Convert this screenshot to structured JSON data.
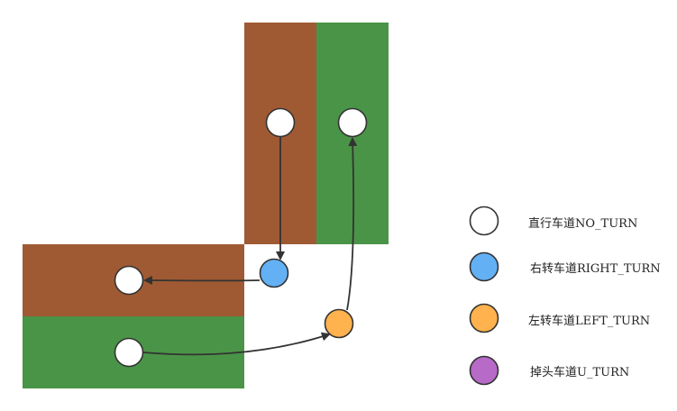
{
  "colors": {
    "road_brown": "#a05a33",
    "road_green": "#4a9447",
    "no_turn": "#ffffff",
    "right_turn": "#63b0f5",
    "left_turn": "#ffb24d",
    "u_turn": "#b76ac8",
    "stroke": "#333333",
    "arrow": "#333333"
  },
  "legend": {
    "no_turn_label": "直行车道NO_TURN",
    "right_turn_label": "右转车道RIGHT_TURN",
    "left_turn_label": "左转车道LEFT_TURN",
    "u_turn_label": "掉头车道U_TURN"
  }
}
